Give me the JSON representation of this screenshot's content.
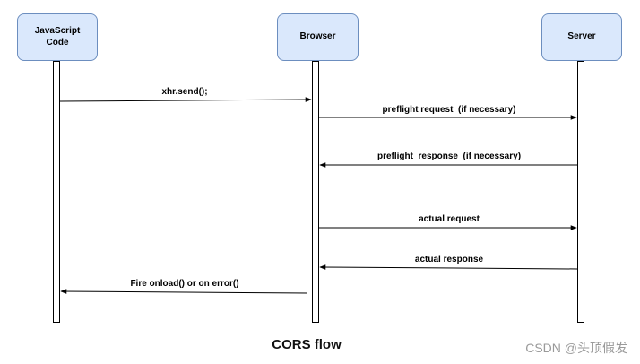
{
  "actors": [
    {
      "id": "js",
      "label_line1": "JavaScript",
      "label_line2": "Code"
    },
    {
      "id": "browser",
      "label_line1": "Browser",
      "label_line2": ""
    },
    {
      "id": "server",
      "label_line1": "Server",
      "label_line2": ""
    }
  ],
  "messages": [
    {
      "id": "xhr-send",
      "label": "xhr.send();",
      "from": "js",
      "to": "browser"
    },
    {
      "id": "preflight-request",
      "label": "preflight request  (if necessary)",
      "from": "browser",
      "to": "server"
    },
    {
      "id": "preflight-response",
      "label": "preflight  response  (if necessary)",
      "from": "server",
      "to": "browser"
    },
    {
      "id": "actual-request",
      "label": "actual request",
      "from": "browser",
      "to": "server"
    },
    {
      "id": "actual-response",
      "label": "actual response",
      "from": "server",
      "to": "browser"
    },
    {
      "id": "fire-onload",
      "label": "Fire onload() or on error()",
      "from": "browser",
      "to": "js"
    }
  ],
  "caption": "CORS flow",
  "watermark": "CSDN @头顶假发"
}
